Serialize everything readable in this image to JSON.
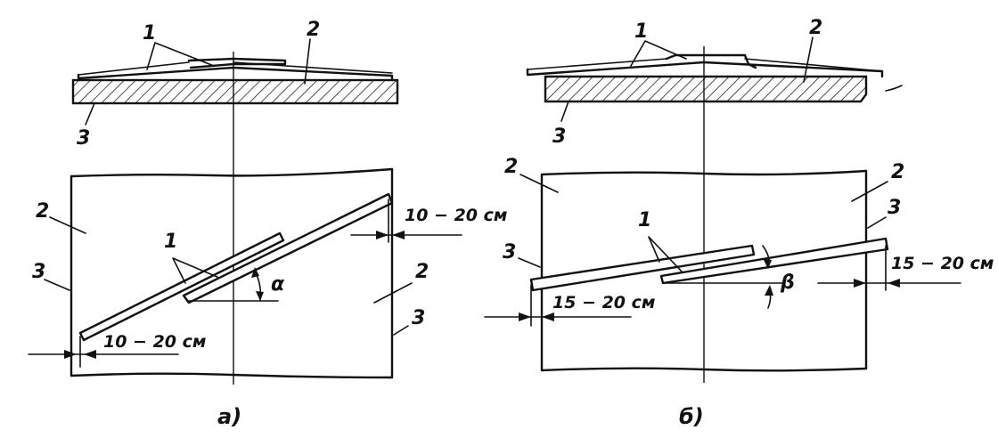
{
  "diagrams": [
    {
      "caption": "а)",
      "section_labels": {
        "strips": "1",
        "base": "2",
        "edge": "3"
      },
      "plan_labels": {
        "left_region": "2",
        "left_edge": "3",
        "strips": "1",
        "right_region": "2",
        "right_edge": "3"
      },
      "angle": "α",
      "dim_top": "10 − 20 см",
      "dim_bottom": "10 − 20 см"
    },
    {
      "caption": "б)",
      "section_labels": {
        "strips": "1",
        "base": "2",
        "edge": "3"
      },
      "plan_labels": {
        "left_region": "2",
        "left_edge": "3",
        "strips": "1",
        "right_region": "2",
        "right_edge": "3"
      },
      "angle": "β",
      "dim_left": "15 − 20 см",
      "dim_right": "15 − 20 см"
    }
  ]
}
